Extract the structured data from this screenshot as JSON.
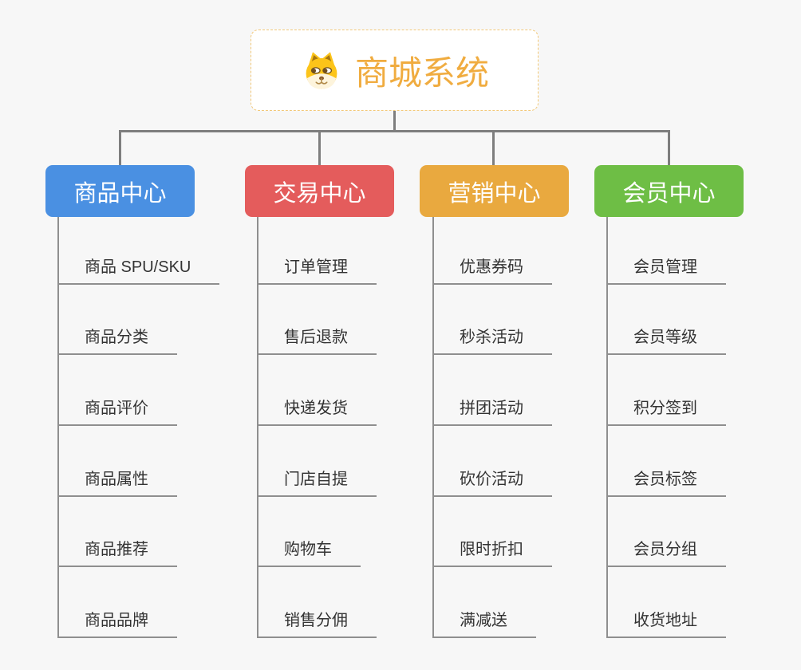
{
  "page": {
    "background_color": "#f7f7f7",
    "connector_color": "#7e7e7e",
    "underline_color": "#8f8f8f"
  },
  "root": {
    "title": "商城系统",
    "icon": "shiba-dog-icon",
    "title_color": "#f0ac40",
    "border_color": "#f2c879"
  },
  "branches": [
    {
      "label": "商品中心",
      "color": "#4a90e2",
      "items": [
        "商品 SPU/SKU",
        "商品分类",
        "商品评价",
        "商品属性",
        "商品推荐",
        "商品品牌"
      ]
    },
    {
      "label": "交易中心",
      "color": "#e45c5c",
      "items": [
        "订单管理",
        "售后退款",
        "快递发货",
        "门店自提",
        "购物车",
        "销售分佣"
      ]
    },
    {
      "label": "营销中心",
      "color": "#e9a93f",
      "items": [
        "优惠券码",
        "秒杀活动",
        "拼团活动",
        "砍价活动",
        "限时折扣",
        "满减送"
      ]
    },
    {
      "label": "会员中心",
      "color": "#6ebe45",
      "items": [
        "会员管理",
        "会员等级",
        "积分签到",
        "会员标签",
        "会员分组",
        "收货地址"
      ]
    }
  ]
}
